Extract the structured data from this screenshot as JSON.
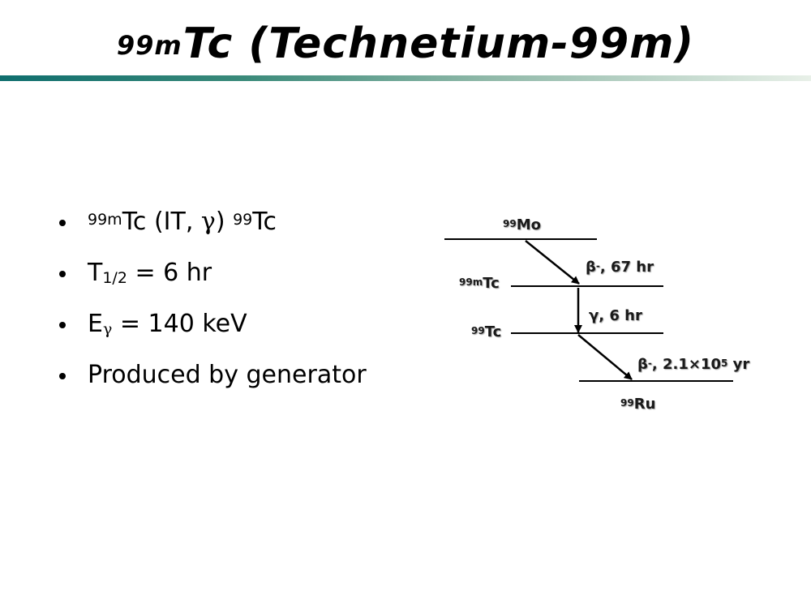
{
  "title": {
    "sup": "99m",
    "main": "Tc (Technetium-99m)"
  },
  "bullets": [
    {
      "sup1": "99m",
      "text1": "Tc (IT, ",
      "gamma": "γ",
      "text2": ") ",
      "sup2": "99",
      "text3": "Tc"
    },
    {
      "text1": "T",
      "sub": "1/2",
      "text2": " = 6 hr"
    },
    {
      "text1": "E",
      "sub": "γ",
      "text2": " = 140 keV"
    },
    {
      "text1": "Produced by generator"
    }
  ],
  "diagram": {
    "levels": {
      "mo": {
        "sup": "99",
        "text": "Mo"
      },
      "tcm": {
        "sup": "99m",
        "text": "Tc"
      },
      "tc": {
        "sup": "99",
        "text": "Tc"
      },
      "ru": {
        "sup": "99",
        "text": "Ru"
      }
    },
    "transitions": {
      "beta1": {
        "beta": "β",
        "sup": "-",
        "text": ", 67 hr"
      },
      "gamma": {
        "text": "γ, 6 hr"
      },
      "beta2": {
        "beta": "β",
        "sup": "-",
        "text1": ", 2.1×10",
        "sup2": "5",
        "text2": " yr"
      }
    }
  }
}
